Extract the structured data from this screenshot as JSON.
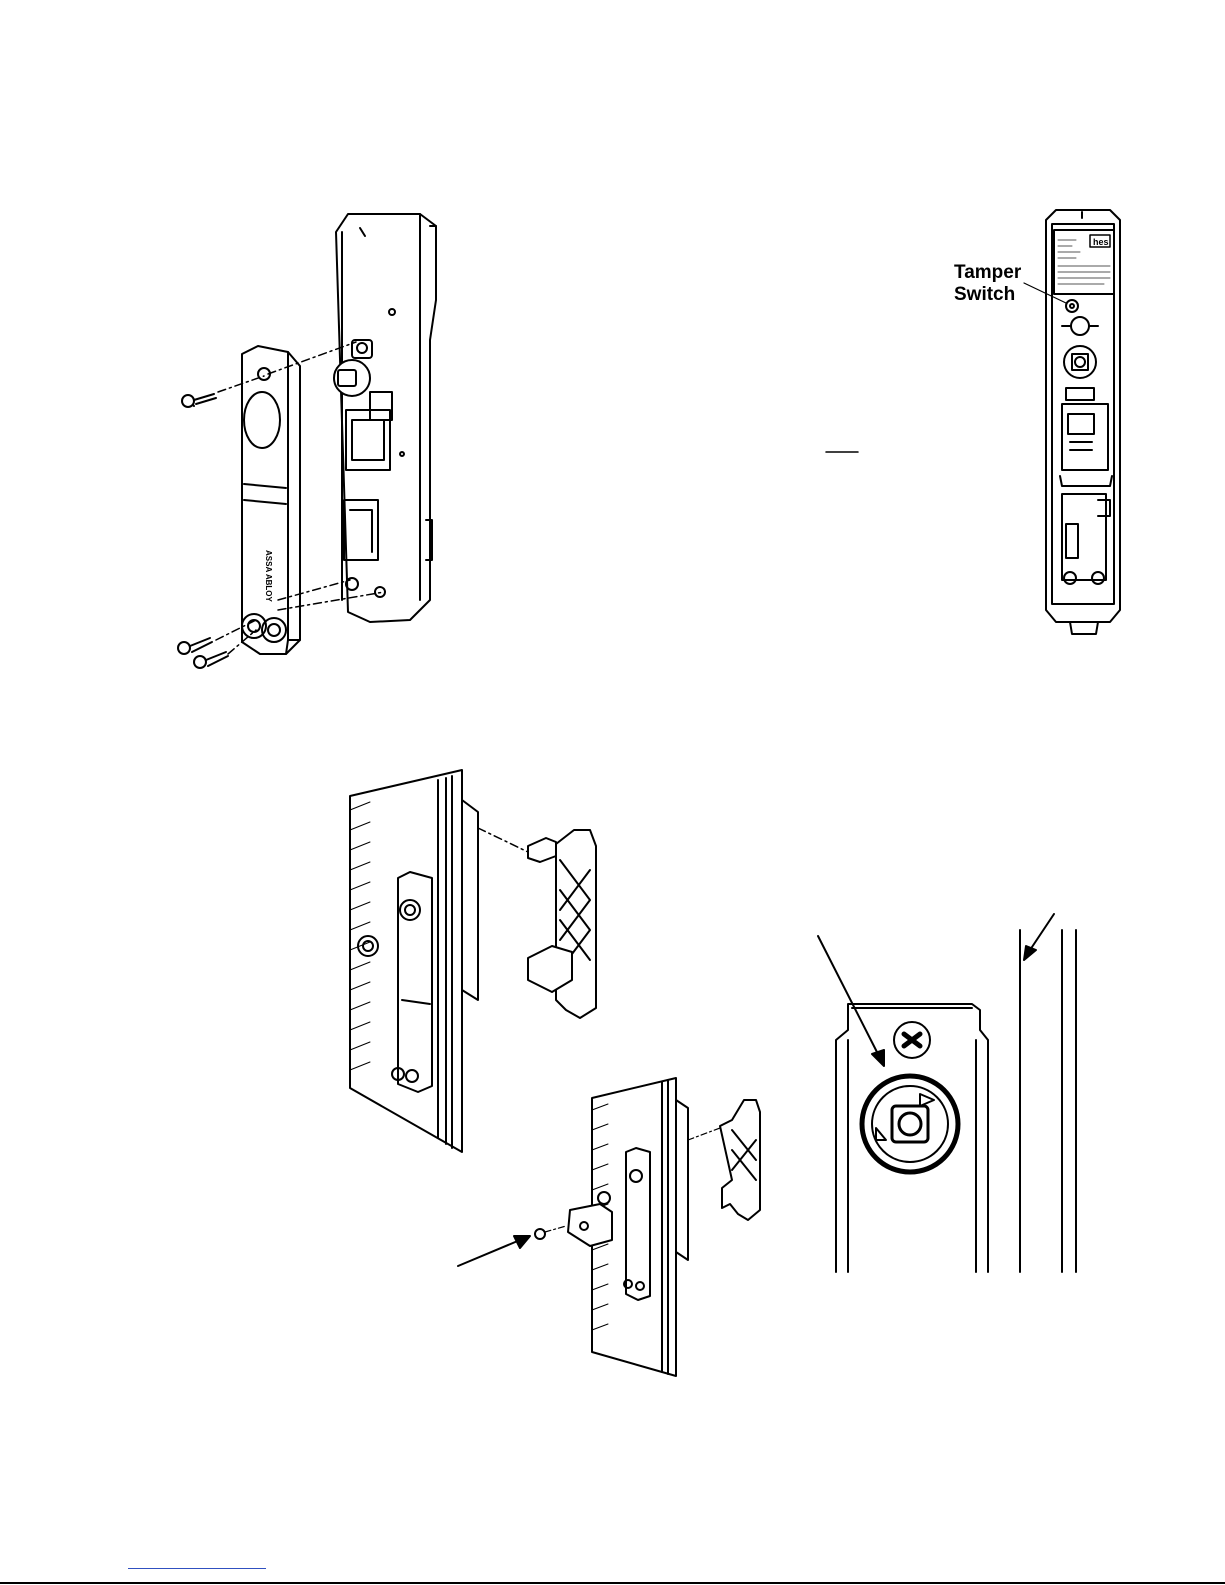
{
  "callouts": {
    "tamper_line1": "Tamper",
    "tamper_line2": "Switch"
  },
  "labels": {
    "housing_brand": "ASSA ABLOY",
    "label_brand": "hes"
  },
  "icons": {
    "screw": "screw-icon",
    "arrow": "arrow-icon"
  }
}
